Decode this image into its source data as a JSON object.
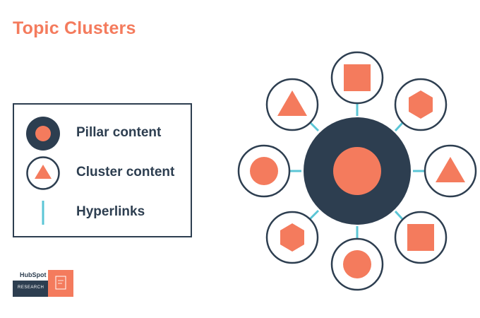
{
  "title": "Topic Clusters",
  "legend": {
    "items": [
      {
        "label": "Pillar content",
        "icon": "pillar-circle-icon"
      },
      {
        "label": "Cluster content",
        "icon": "cluster-triangle-icon"
      },
      {
        "label": "Hyperlinks",
        "icon": "hyperlink-line-icon"
      }
    ]
  },
  "logo": {
    "brand": "HubSpot",
    "sub": "RESEARCH"
  },
  "colors": {
    "orange": "#f47b5d",
    "navy": "#2d3e50",
    "link": "#5bc6d6"
  },
  "diagram": {
    "center": {
      "type": "pillar",
      "shape": "circle"
    },
    "clusters": [
      {
        "shape": "square"
      },
      {
        "shape": "hexagon"
      },
      {
        "shape": "triangle"
      },
      {
        "shape": "square"
      },
      {
        "shape": "circle"
      },
      {
        "shape": "hexagon"
      },
      {
        "shape": "circle"
      },
      {
        "shape": "triangle"
      }
    ]
  }
}
